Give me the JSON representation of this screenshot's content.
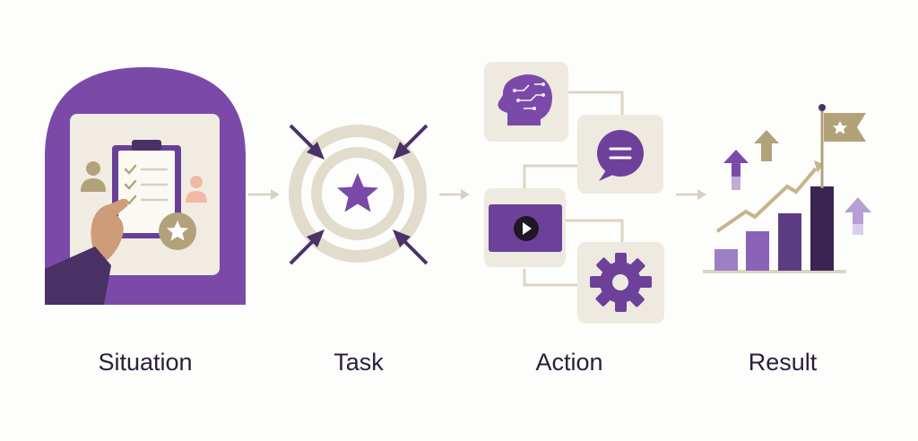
{
  "steps": [
    {
      "label": "Situation",
      "icon": "clipboard-icon"
    },
    {
      "label": "Task",
      "icon": "target-icon"
    },
    {
      "label": "Action",
      "icon": "action-network-icon"
    },
    {
      "label": "Result",
      "icon": "growth-chart-icon"
    }
  ],
  "colors": {
    "purple": "#7a4aa8",
    "dark_purple": "#4a3166",
    "beige": "#e9e3d6",
    "tan": "#b2a27a",
    "text": "#2a1f3a"
  }
}
